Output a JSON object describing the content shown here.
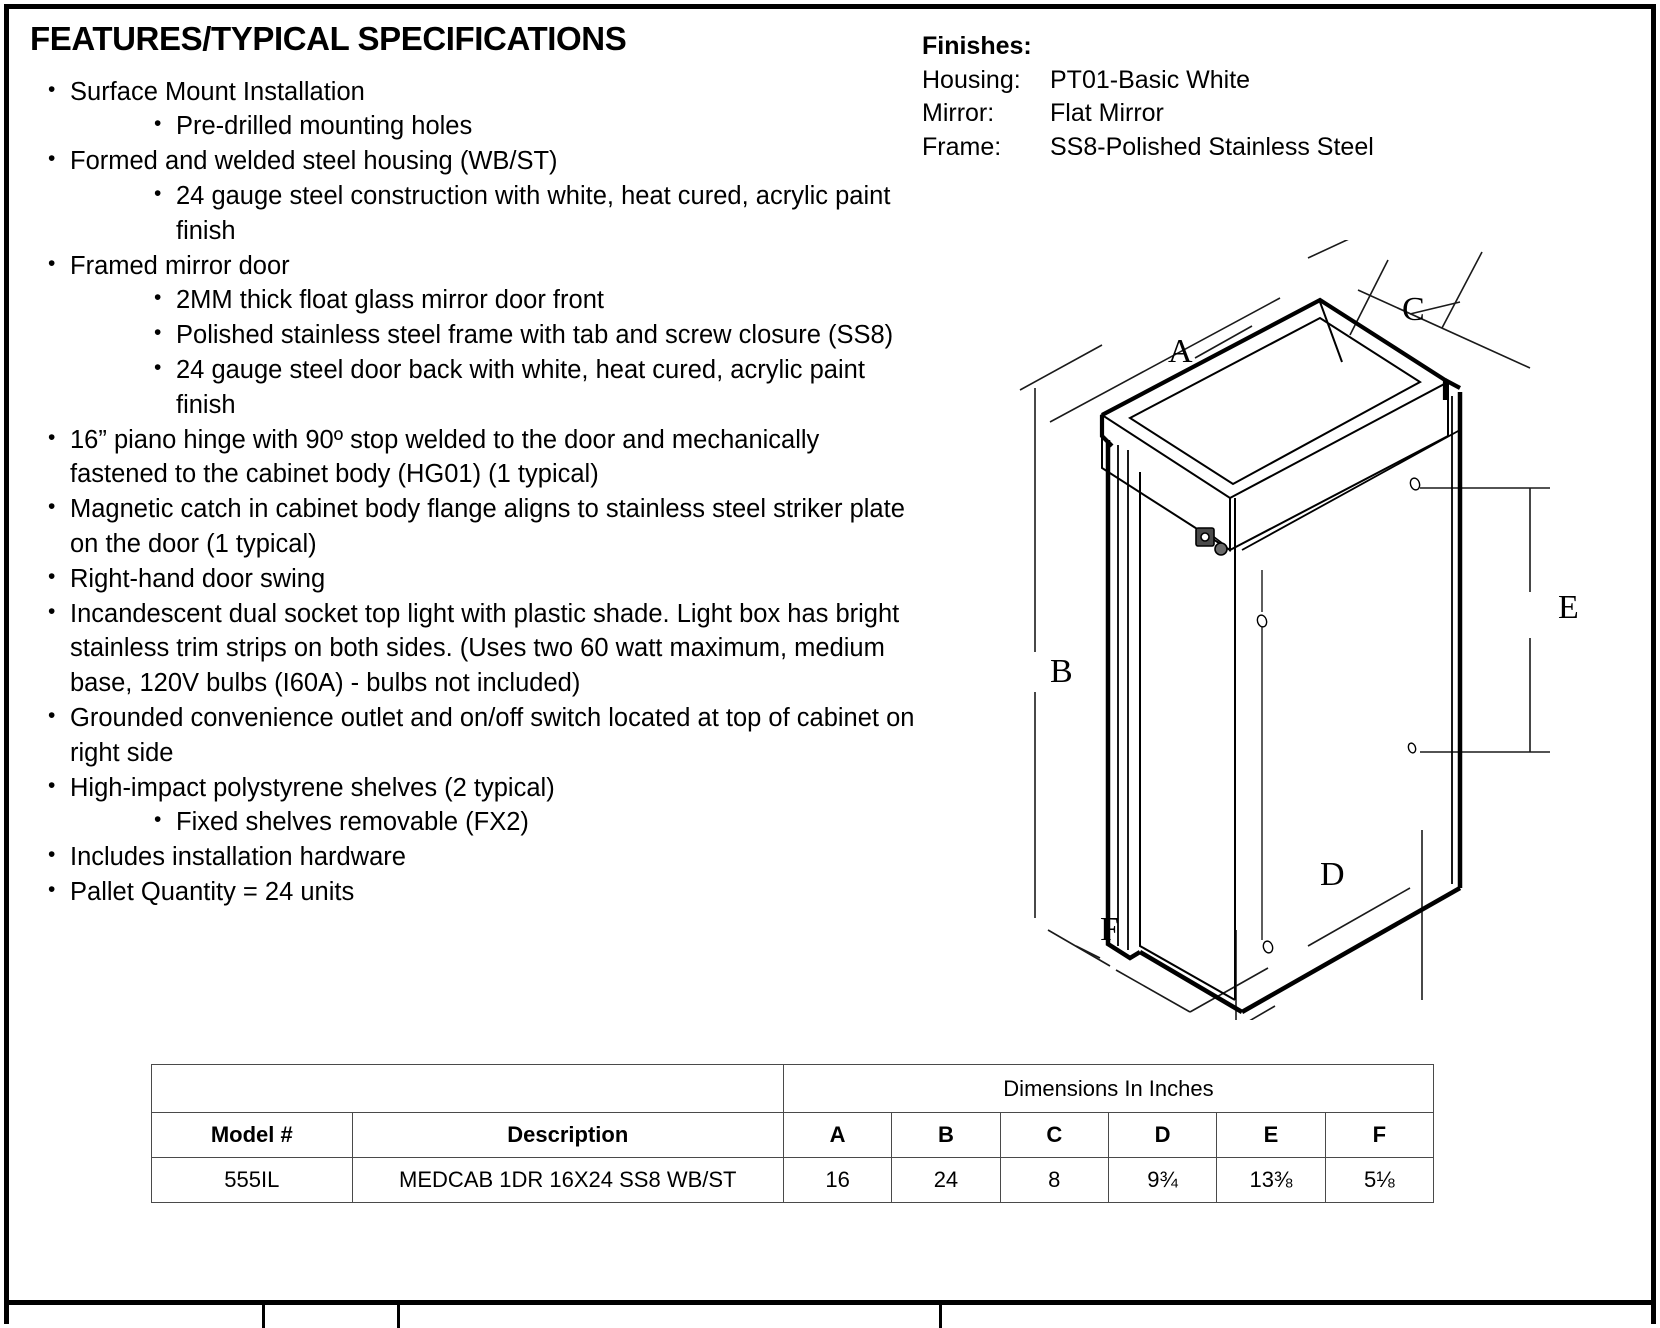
{
  "spec": {
    "title": "FEATURES/TYPICAL SPECIFICATIONS",
    "items": [
      {
        "level": 1,
        "text": "Surface Mount Installation"
      },
      {
        "level": 2,
        "text": "Pre-drilled mounting holes"
      },
      {
        "level": 1,
        "text": "Formed and welded steel housing (WB/ST)"
      },
      {
        "level": 2,
        "text": "24 gauge steel construction with white, heat cured, acrylic paint finish"
      },
      {
        "level": 1,
        "text": "Framed mirror door"
      },
      {
        "level": 2,
        "text": "2MM thick float glass mirror door front"
      },
      {
        "level": 2,
        "text": "Polished stainless steel frame with tab and screw closure (SS8)"
      },
      {
        "level": 2,
        "text": "24 gauge steel door back with white, heat cured, acrylic paint finish"
      },
      {
        "level": 1,
        "text": "16” piano hinge with 90º stop welded to the door and mechanically fastened to the cabinet body (HG01) (1 typical)"
      },
      {
        "level": 1,
        "text": "Magnetic catch in cabinet body flange aligns to stainless steel striker plate on the door (1 typical)"
      },
      {
        "level": 1,
        "text": "Right-hand door swing"
      },
      {
        "level": 1,
        "text": "Incandescent dual socket top light with plastic shade. Light box has bright stainless trim strips on both sides. (Uses two 60 watt maximum, medium base, 120V bulbs (I60A) - bulbs not included)"
      },
      {
        "level": 1,
        "text": "Grounded convenience outlet and on/off switch located at top of cabinet on right side"
      },
      {
        "level": 1,
        "text": "High-impact polystyrene shelves (2 typical)"
      },
      {
        "level": 2,
        "text": "Fixed shelves removable (FX2)"
      },
      {
        "level": 1,
        "text": "Includes installation hardware"
      },
      {
        "level": 1,
        "text": "Pallet Quantity = 24 units"
      }
    ]
  },
  "finishes": {
    "title": "Finishes:",
    "rows": [
      {
        "label": "Housing:",
        "value": "PT01-Basic White"
      },
      {
        "label": "Mirror:",
        "value": "Flat Mirror"
      },
      {
        "label": "Frame:",
        "value": "SS8-Polished Stainless Steel"
      }
    ]
  },
  "drawing": {
    "labels": {
      "a": "A",
      "b": "B",
      "c": "C",
      "d": "D",
      "e": "E",
      "f": "F"
    }
  },
  "table": {
    "group_header": "Dimensions In Inches",
    "headers": {
      "model": "Model #",
      "description": "Description",
      "a": "A",
      "b": "B",
      "c": "C",
      "d": "D",
      "e": "E",
      "f": "F"
    },
    "rows": [
      {
        "model": "555IL",
        "description": "MEDCAB 1DR  16X24 SS8 WB/ST",
        "a": "16",
        "b": "24",
        "c": "8",
        "d": "9¾",
        "e": "13⅜",
        "f": "5⅛"
      }
    ]
  }
}
